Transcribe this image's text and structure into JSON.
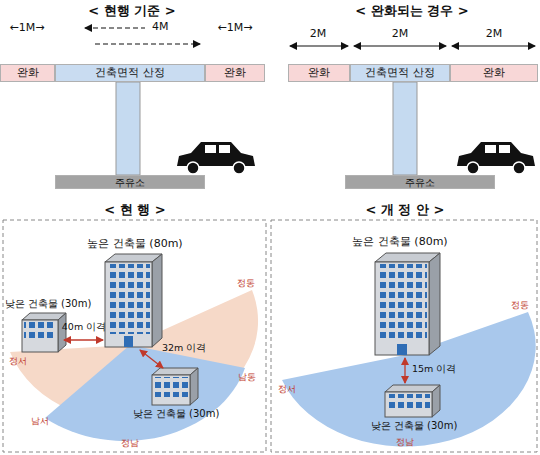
{
  "diagram": {
    "nodes": [
      {
        "text": [
          "완화"
        ]
      },
      {
        "text": [
          "건축면적 산정"
        ]
      },
      {
        "text": [
          "완화"
        ]
      },
      {
        "text": [
          "주유소"
        ]
      },
      {
        "text": [
          "완화"
        ]
      },
      {
        "text": [
          "건축면적 산정"
        ]
      },
      {
        "text": [
          "완화"
        ]
      },
      {
        "text": [
          "주유소"
        ]
      }
    ],
    "labels": [
      "< 현행 기준 >",
      "←1M→",
      "4M",
      "←1M→",
      "< 완화되는 경우 >",
      "2M",
      "2M",
      "2M",
      "< 현 행 >",
      "높은 건축물 (80m)",
      "낮은 건축물 (30m)",
      "40m 이격",
      "32m 이격",
      "낮은 건축물 (30m)",
      "정서",
      "정동",
      "남동",
      "남서",
      "정남",
      "< 개 정 안 >",
      "높은 건축물 (80m)",
      "15m 이격",
      "낮은 건축물 (30m)",
      "정서",
      "정동",
      "정남"
    ]
  }
}
